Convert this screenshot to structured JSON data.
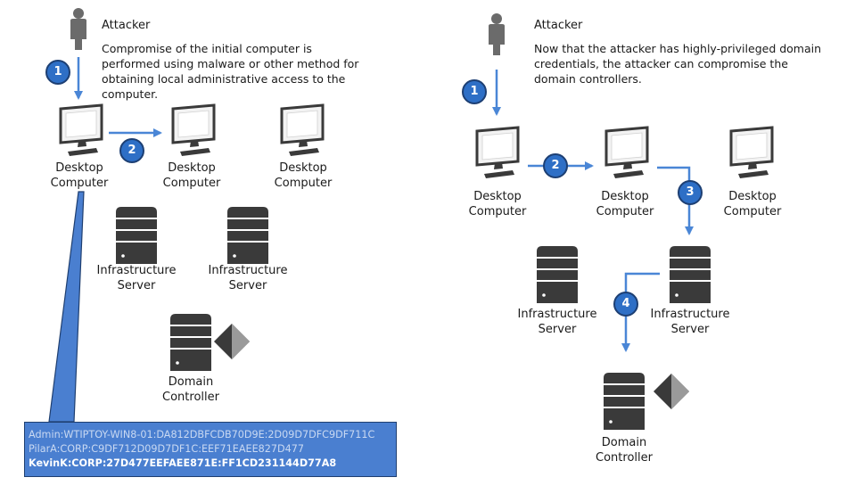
{
  "left_panel": {
    "attacker_label": "Attacker",
    "description": "Compromise of the initial computer is performed using malware or other method for obtaining local administrative access to the computer.",
    "steps": [
      "1",
      "2"
    ],
    "desktops": [
      "Desktop Computer",
      "Desktop Computer",
      "Desktop Computer"
    ],
    "servers": [
      "Infrastructure Server",
      "Infrastructure Server"
    ],
    "domain_controller": "Domain Controller",
    "credentials": [
      "Admin:WTIPTOY-WIN8-01:DA812DBFCDB70D9E:2D09D7DFC9DF711C",
      "PilarA:CORP:C9DF712D09D7DF1C:EEF71EAEE827D477",
      "KevinK:CORP:27D477EEFAEE871E:FF1CD231144D77A8"
    ]
  },
  "right_panel": {
    "attacker_label": "Attacker",
    "description": "Now that the attacker has highly-privileged domain credentials, the attacker can compromise the domain controllers.",
    "steps": [
      "1",
      "2",
      "3",
      "4"
    ],
    "desktops": [
      "Desktop Computer",
      "Desktop Computer",
      "Desktop Computer"
    ],
    "servers": [
      "Infrastructure Server",
      "Infrastructure Server"
    ],
    "domain_controller": "Domain Controller"
  },
  "colors": {
    "arrow": "#4a86d6",
    "step_badge": "#2e6fc6",
    "person": "#6b6b6b",
    "credential_box": "#4a7fd0"
  },
  "icons": [
    "person-icon",
    "monitor-icon",
    "server-icon",
    "diamond-icon"
  ]
}
